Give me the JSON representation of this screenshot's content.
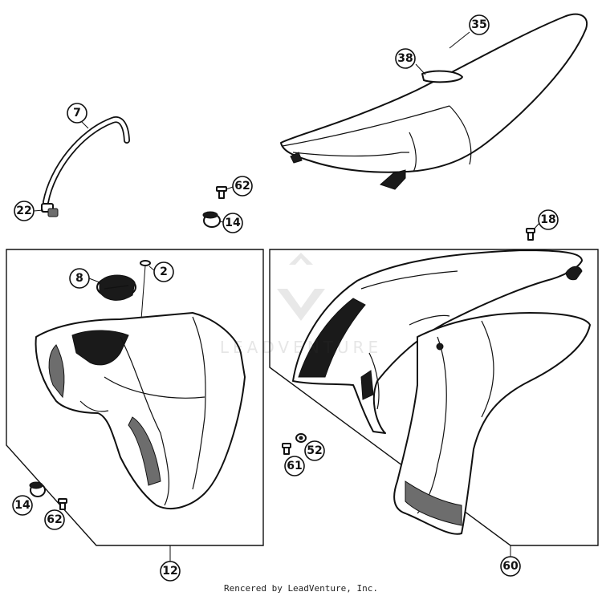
{
  "callouts": {
    "c35": "35",
    "c38": "38",
    "c7": "7",
    "c22": "22",
    "c62a": "62",
    "c14a": "14",
    "c18": "18",
    "c8": "8",
    "c2": "2",
    "c52": "52",
    "c61": "61",
    "c14b": "14",
    "c62b": "62",
    "c12": "12",
    "c60": "60"
  },
  "watermark_text": "LEADVENTURE",
  "footer": "Rencered by LeadVenture, Inc."
}
